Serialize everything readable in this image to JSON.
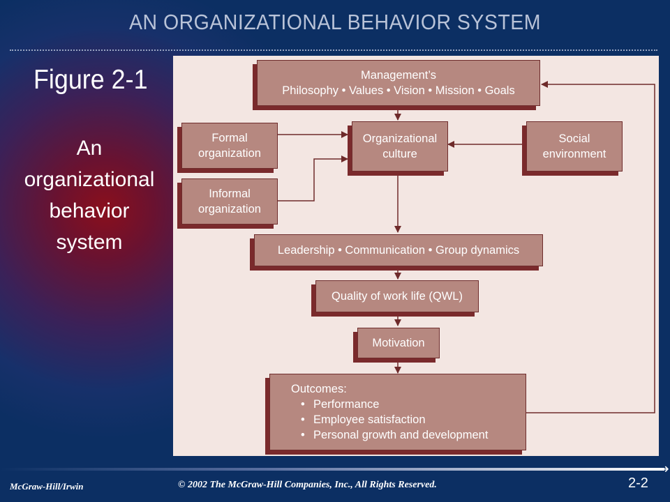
{
  "slide": {
    "title": "AN ORGANIZATIONAL BEHAVIOR SYSTEM",
    "figure_label": "Figure 2-1",
    "subtitle_lines": [
      "An",
      "organizational",
      "behavior",
      "system"
    ]
  },
  "diagram": {
    "management": {
      "line1": "Management’s",
      "line2": "Philosophy • Values • Vision • Mission • Goals"
    },
    "formal": "Formal\norganization",
    "informal": "Informal\norganization",
    "culture": "Organizational\nculture",
    "social": "Social\nenvironment",
    "leadership": "Leadership • Communication • Group dynamics",
    "qwl": "Quality of work life (QWL)",
    "motivation": "Motivation",
    "outcomes": {
      "heading": "Outcomes:",
      "items": [
        "Performance",
        "Employee satisfaction",
        "Personal growth and development"
      ]
    }
  },
  "footer": {
    "publisher": "McGraw-Hill/Irwin",
    "copyright": "© 2002 The McGraw-Hill Companies, Inc., All Rights Reserved.",
    "slide_number": "2-2"
  },
  "colors": {
    "background": "#0c2f63",
    "box_fill": "#b68880",
    "box_shadow": "#7a2a2c",
    "diagram_bg": "#f3e6e2"
  }
}
